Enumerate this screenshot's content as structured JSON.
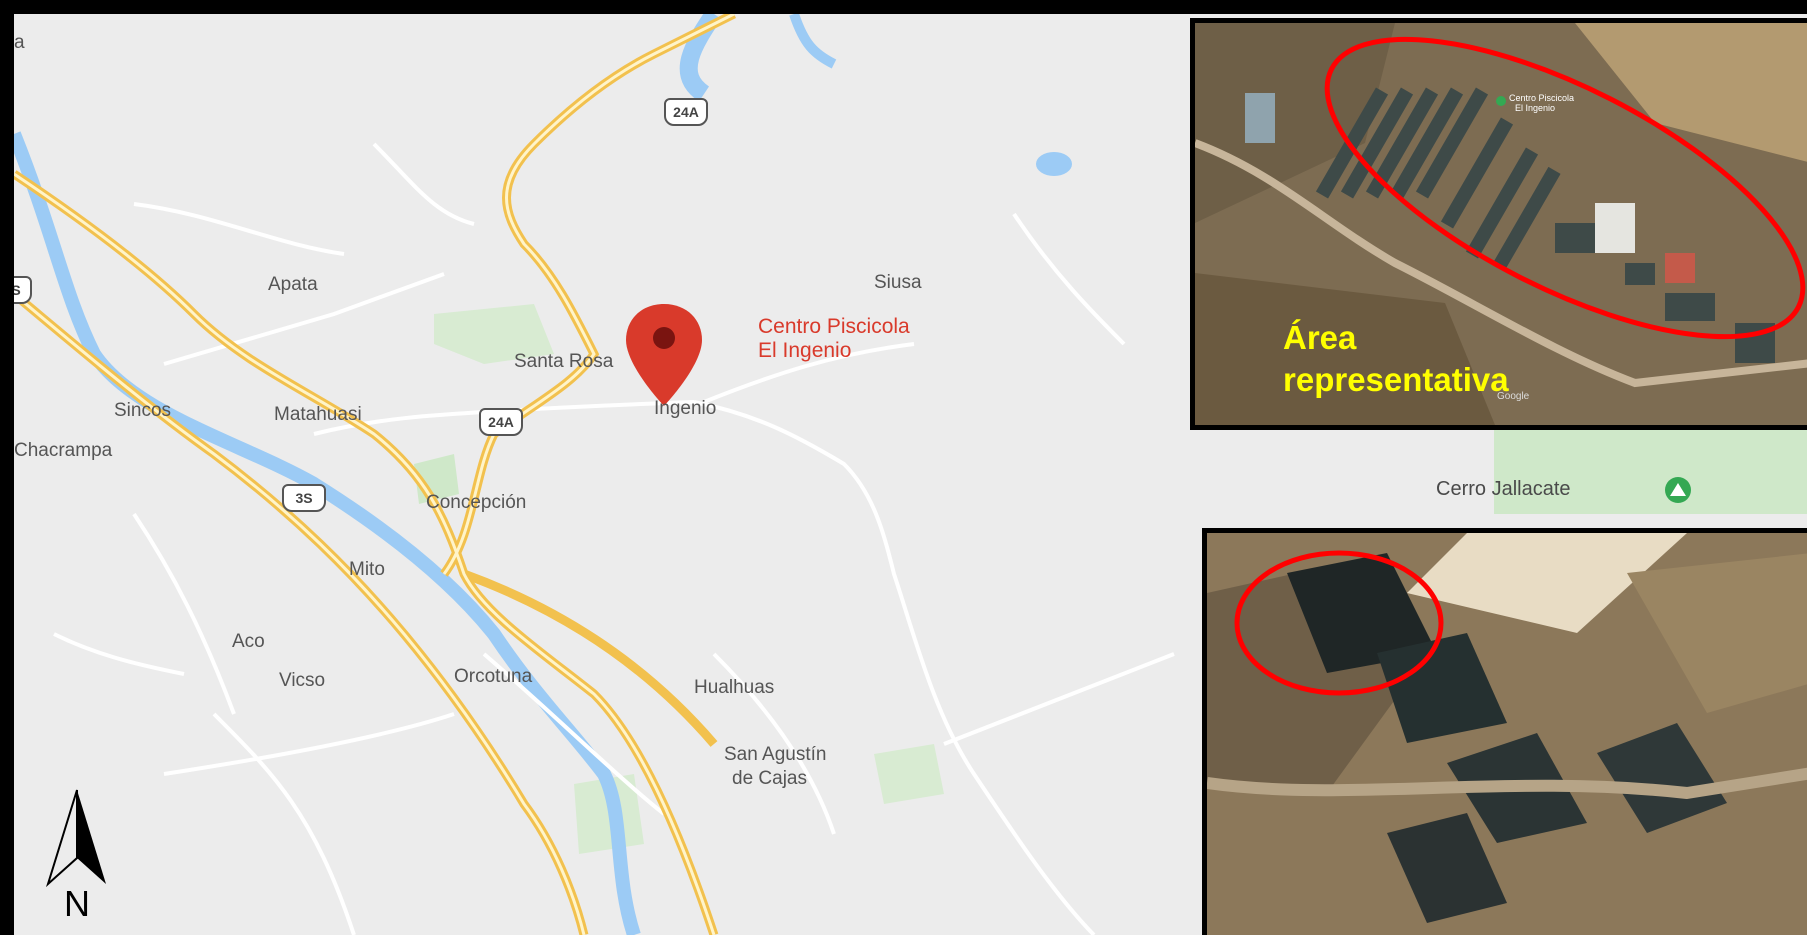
{
  "map": {
    "towns": {
      "apata": "Apata",
      "siusa": "Siusa",
      "santa_rosa": "Santa Rosa",
      "sincos": "Sincos",
      "matahuasi": "Matahuasi",
      "ingenio": "Ingenio",
      "chacrampa": "Chacrampa",
      "concepcion": "Concepción",
      "mito": "Mito",
      "aco": "Aco",
      "vicso": "Vicso",
      "orcotuna": "Orcotuna",
      "hualhuas": "Hualhuas",
      "san_agustin_1": "San Agustín",
      "san_agustin_2": "de Cajas",
      "edge_a": "a"
    },
    "routes": {
      "r24a_top": "24A",
      "r24a_mid": "24A",
      "r3s": "3S",
      "r_edge": "S"
    },
    "poi": {
      "name_line1": "Centro Piscicola",
      "name_line2": "El Ingenio"
    },
    "peak": "Cerro Jallacate",
    "compass": "N",
    "colors": {
      "highway": "#f7d36a",
      "water": "#9ccbf5",
      "park": "#cfe8c9",
      "marker": "#d93a2b",
      "highlight": "#ff0000",
      "sat_label": "#ffff00"
    }
  },
  "inset_top": {
    "label_line1": "Área",
    "label_line2": "representativa",
    "place_tag_line1": "Centro Piscicola",
    "place_tag_line2": "El Ingenio",
    "watermark": "Google"
  }
}
